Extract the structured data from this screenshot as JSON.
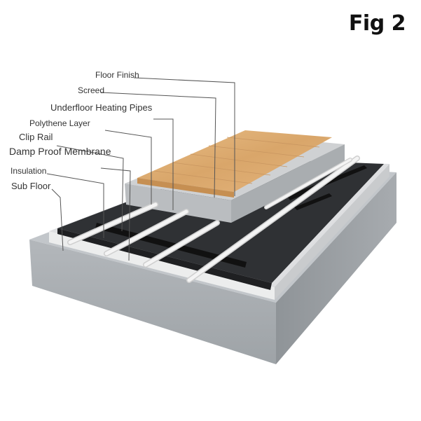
{
  "figure": {
    "label": "Fig 2"
  },
  "layers": {
    "floor_finish": "Floor Finish",
    "screed": "Screed",
    "heating_pipes": "Underfloor Heating Pipes",
    "polythene_layer": "Polythene Layer",
    "clip_rail": "Clip Rail",
    "damp_proof_membrane": "Damp Proof Membrane",
    "insulation": "Insulation",
    "sub_floor": "Sub Floor"
  },
  "colors": {
    "concrete": "#b9bdc1",
    "insulation": "#d9dadc",
    "membrane": "#2f3134",
    "screed": "#c7c9cb",
    "wood": "#d9a66a",
    "pipe": "#f2f2f2",
    "clip_rail": "#111111",
    "leader_line": "#555555"
  }
}
